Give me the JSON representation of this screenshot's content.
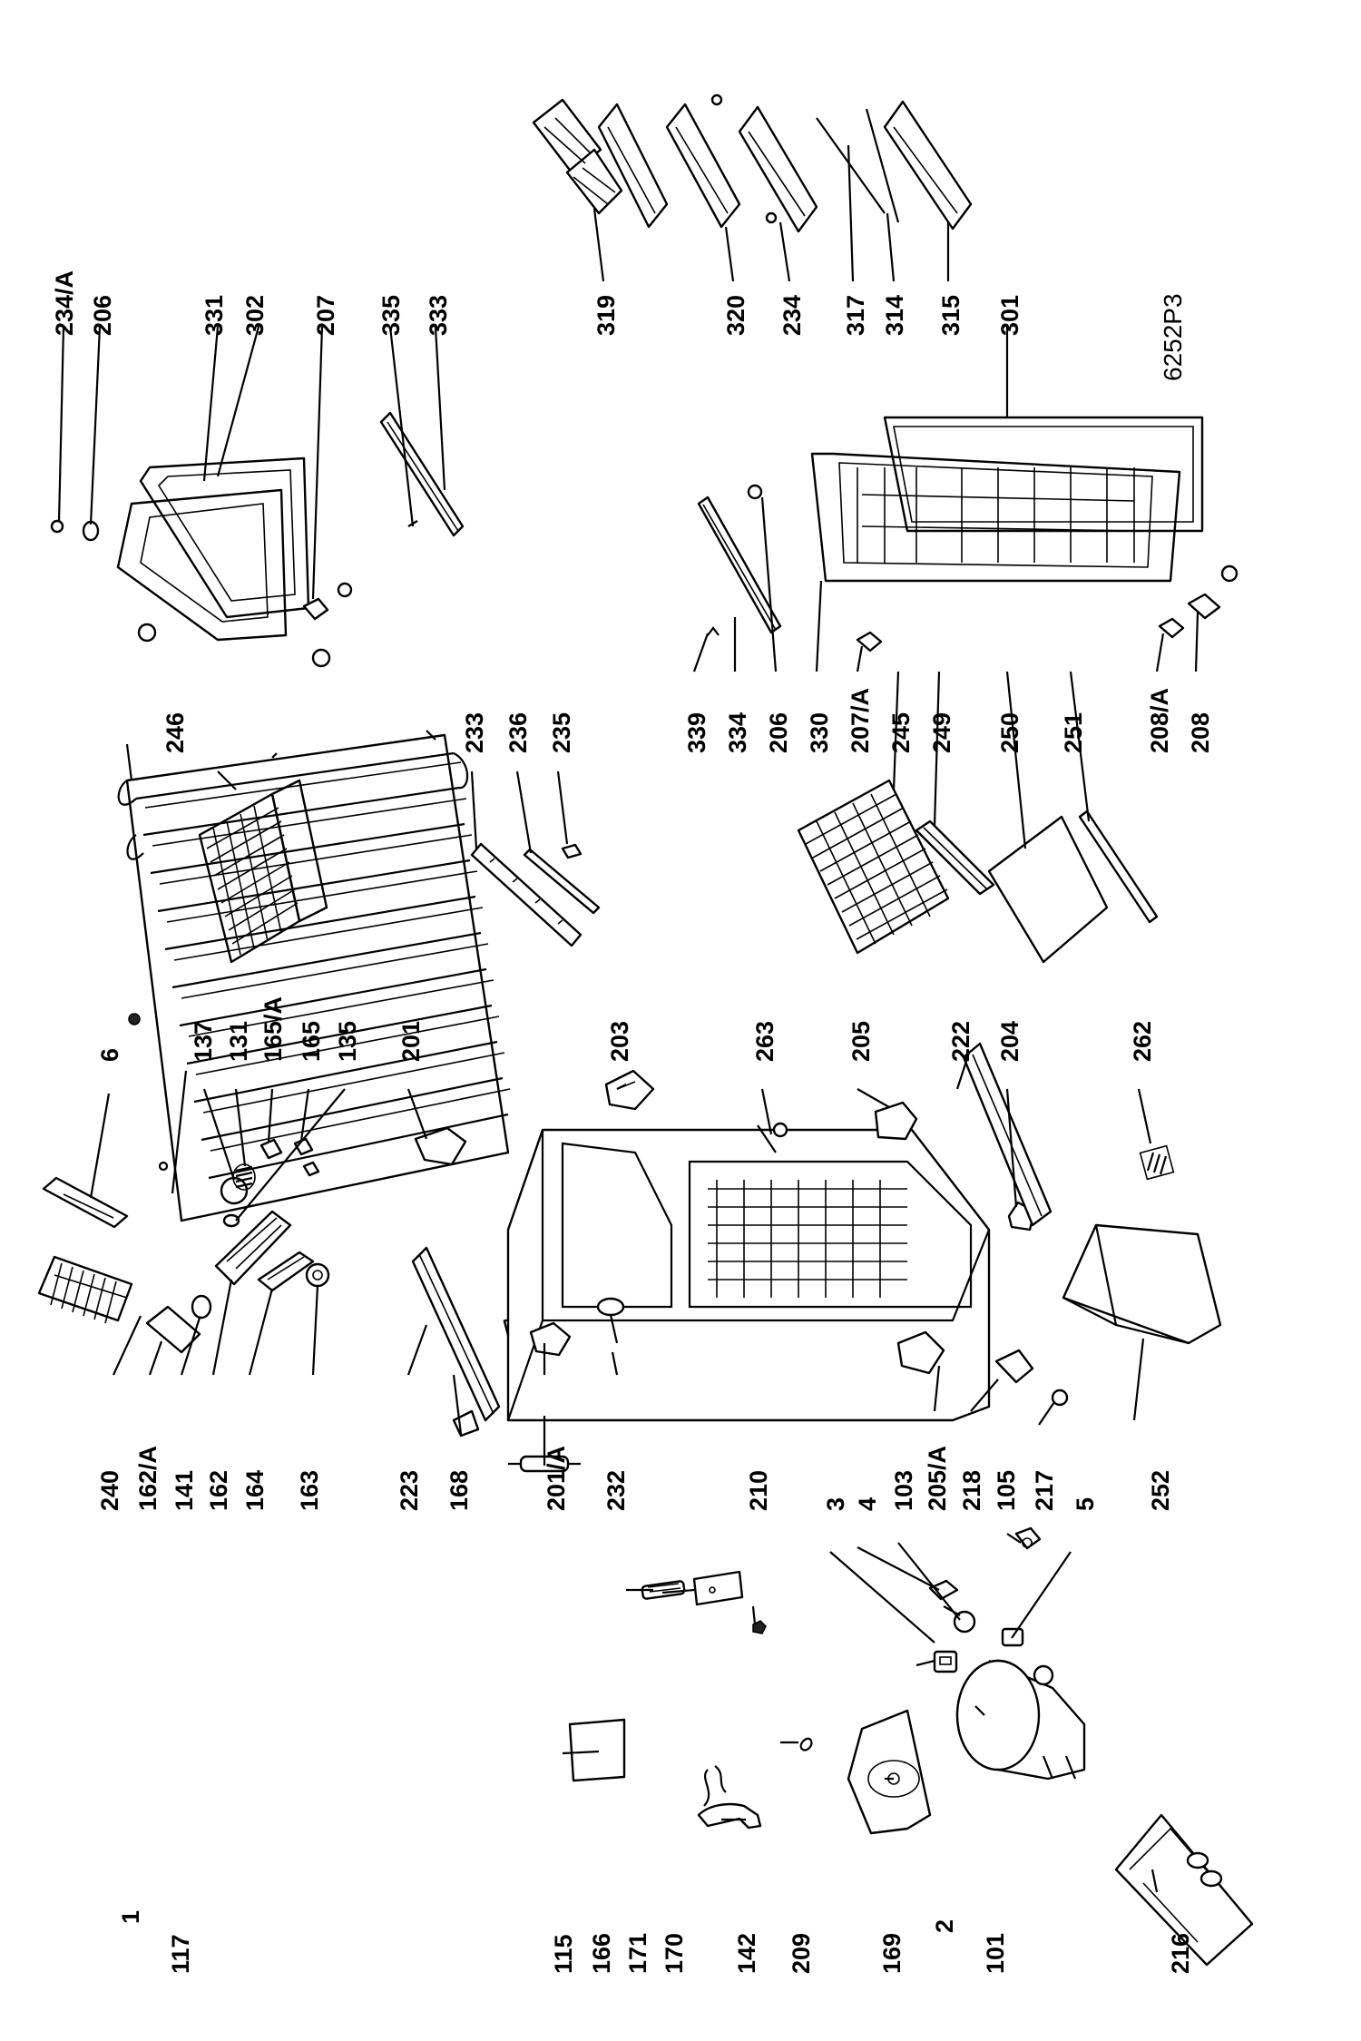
{
  "diagram": {
    "drawing_code": "6252P3",
    "labels": {
      "l1": "1",
      "l117": "117",
      "l115": "115",
      "l166": "166",
      "l171": "171",
      "l170": "170",
      "l142": "142",
      "l209": "209",
      "l169": "169",
      "l2": "2",
      "l101": "101",
      "l216": "216",
      "l210": "210",
      "l3": "3",
      "l4": "4",
      "l103": "103",
      "l205a": "205/A",
      "l218": "218",
      "l105": "105",
      "l217": "217",
      "l5": "5",
      "l252": "252",
      "l240": "240",
      "l162a": "162/A",
      "l141": "141",
      "l162": "162",
      "l164": "164",
      "l163": "163",
      "l223": "223",
      "l168": "168",
      "l201a": "201/A",
      "l232": "232",
      "l6": "6",
      "l137": "137",
      "l131": "131",
      "l165a": "165/A",
      "l165": "165",
      "l135": "135",
      "l201": "201",
      "l203": "203",
      "l263": "263",
      "l205": "205",
      "l222": "222",
      "l204": "204",
      "l262": "262",
      "l246": "246",
      "l233": "233",
      "l236": "236",
      "l235": "235",
      "l339": "339",
      "l334": "334",
      "l206b": "206",
      "l330": "330",
      "l207a": "207/A",
      "l245": "245",
      "l249": "249",
      "l250": "250",
      "l251": "251",
      "l208a": "208/A",
      "l208": "208",
      "l234a": "234/A",
      "l206": "206",
      "l331": "331",
      "l302": "302",
      "l207": "207",
      "l335": "335",
      "l333": "333",
      "l319": "319",
      "l320": "320",
      "l234": "234",
      "l317": "317",
      "l314": "314",
      "l315": "315",
      "l301": "301"
    }
  }
}
